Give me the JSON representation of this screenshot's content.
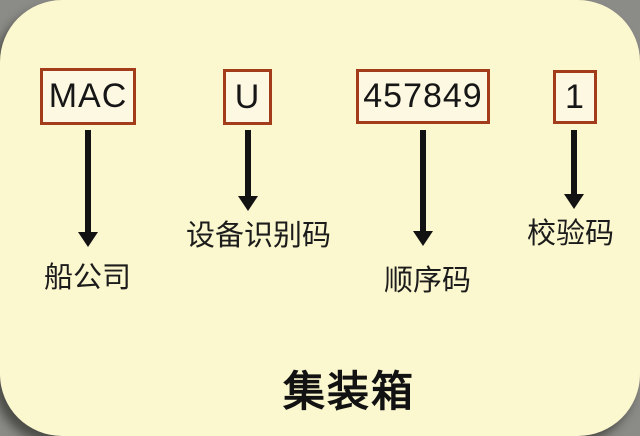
{
  "diagram": {
    "title": "集装箱",
    "segments": [
      {
        "code": "MAC",
        "label": "船公司"
      },
      {
        "code": "U",
        "label": "设备识别码"
      },
      {
        "code": "457849",
        "label": "顺序码"
      },
      {
        "code": "1",
        "label": "校验码"
      }
    ],
    "colors": {
      "outer_background": "#8B8B87",
      "card_background": "#FBF7CE",
      "box_border": "#A23C1B",
      "box_background": "#FDF8E1",
      "arrow": "#121212",
      "text": "#1C1C1C"
    }
  }
}
